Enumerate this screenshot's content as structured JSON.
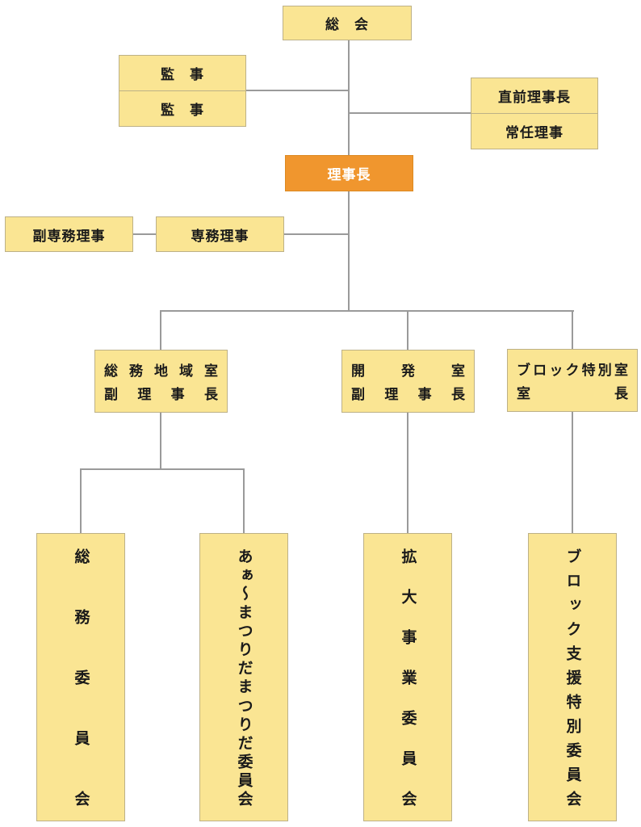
{
  "colors": {
    "box_fill": "#FAE593",
    "box_border": "#BDB187",
    "accent_fill": "#F0962E",
    "accent_border": "#DC8A22",
    "connector": "#9A9A9A",
    "text": "#1A1A1A",
    "accent_text": "#FFFFFF"
  },
  "nodes": {
    "general_assembly": {
      "label": "総　会"
    },
    "auditor_1": {
      "label": "監　事"
    },
    "auditor_2": {
      "label": "監　事"
    },
    "immediate_past_president": {
      "label": "直前理事長"
    },
    "standing_director": {
      "label": "常任理事"
    },
    "president": {
      "label": "理事長"
    },
    "deputy_executive_director": {
      "label": "副専務理事"
    },
    "executive_director": {
      "label": "専務理事"
    },
    "general_affairs_regional_office": {
      "line1": "総務地域室",
      "line2": "副理事長"
    },
    "development_office": {
      "line1": "開発室",
      "line2": "副理事長"
    },
    "block_special_office": {
      "line1": "ブロック特別室",
      "line2": "室長"
    },
    "committee_general_affairs": {
      "label": "総務委員会"
    },
    "committee_matsurida": {
      "label": "あぁ～まつりだまつりだ委員会"
    },
    "committee_expansion": {
      "label": "拡大事業委員会"
    },
    "committee_block_support": {
      "label": "ブロック支援特別委員会"
    }
  }
}
